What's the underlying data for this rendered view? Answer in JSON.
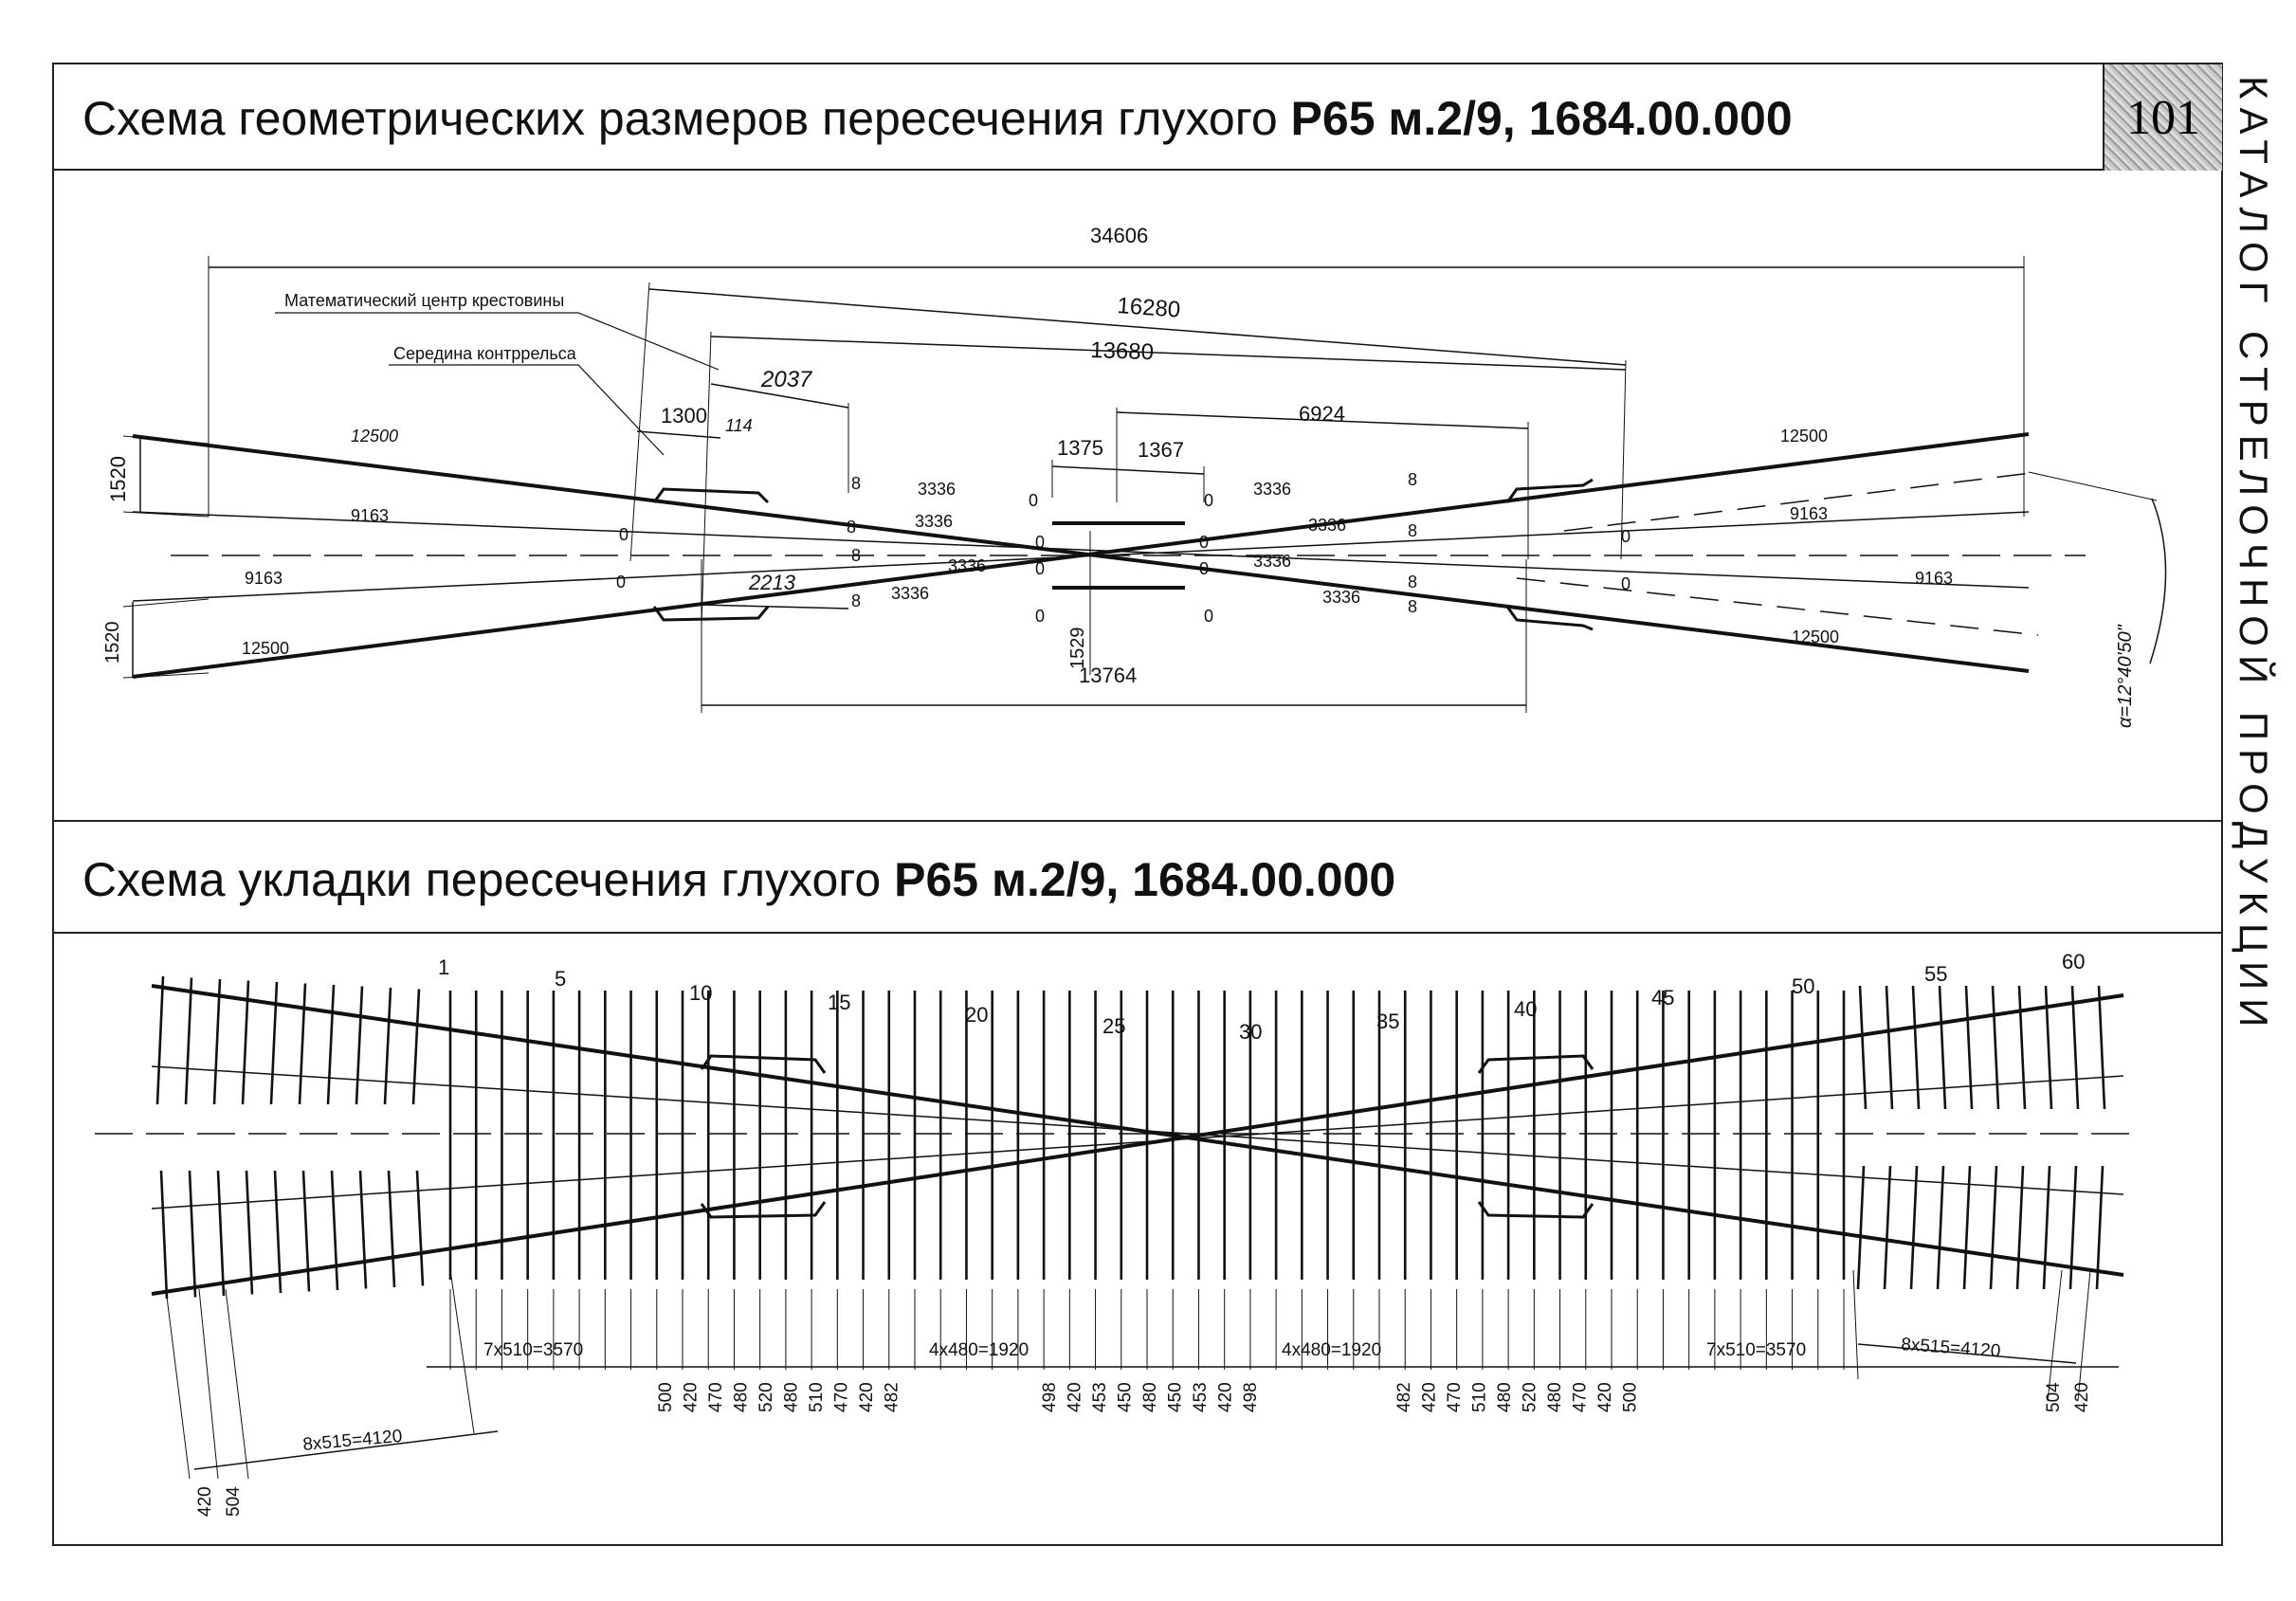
{
  "page_number": "101",
  "sidebar_label": "КАТАЛОГ СТРЕЛОЧНОЙ ПРОДУКЦИИ",
  "section1": {
    "title_normal": "Схема геометрических размеров пересечения глухого ",
    "title_bold": "Р65 м.2/9, 1684.00.000",
    "labels": {
      "math_center": "Математический центр крестовины",
      "guard_rail_middle": "Середина контррельса"
    },
    "dims": {
      "overall": "34606",
      "d16280": "16280",
      "d13680": "13680",
      "d13764": "13764",
      "d2037": "2037",
      "d1300": "1300",
      "d114": "114",
      "d1375": "1375",
      "d1367": "1367",
      "d6924": "6924",
      "d2213": "2213",
      "d1529": "1529",
      "d12500": "12500",
      "d9163": "9163",
      "d3336": "3336",
      "d1520": "1520",
      "zero": "0",
      "eight": "8",
      "angle": "α=12°40'50\""
    }
  },
  "section2": {
    "title_normal": "Схема укладки пересечения глухого ",
    "title_bold": "Р65 м.2/9, 1684.00.000",
    "tie_numbers": [
      "1",
      "5",
      "10",
      "15",
      "20",
      "25",
      "30",
      "35",
      "40",
      "45",
      "50",
      "55",
      "60"
    ],
    "spacing_labels": {
      "left_7x510": "7x510=3570",
      "mid_left_4x480": "4x480=1920",
      "mid_right_4x480": "4x480=1920",
      "right_7x510": "7x510=3570",
      "right_8x515": "8x515=4120",
      "left_8x515": "8x515=4120"
    },
    "group1": [
      "500",
      "420",
      "470",
      "480",
      "520",
      "480",
      "510",
      "470",
      "420",
      "482"
    ],
    "group2": [
      "498",
      "420",
      "453",
      "450",
      "480",
      "450",
      "453",
      "420",
      "498"
    ],
    "group3": [
      "482",
      "420",
      "470",
      "510",
      "480",
      "520",
      "480",
      "470",
      "420",
      "500"
    ],
    "left_bottom": [
      "420",
      "504"
    ],
    "right_bottom": [
      "504",
      "420"
    ]
  }
}
